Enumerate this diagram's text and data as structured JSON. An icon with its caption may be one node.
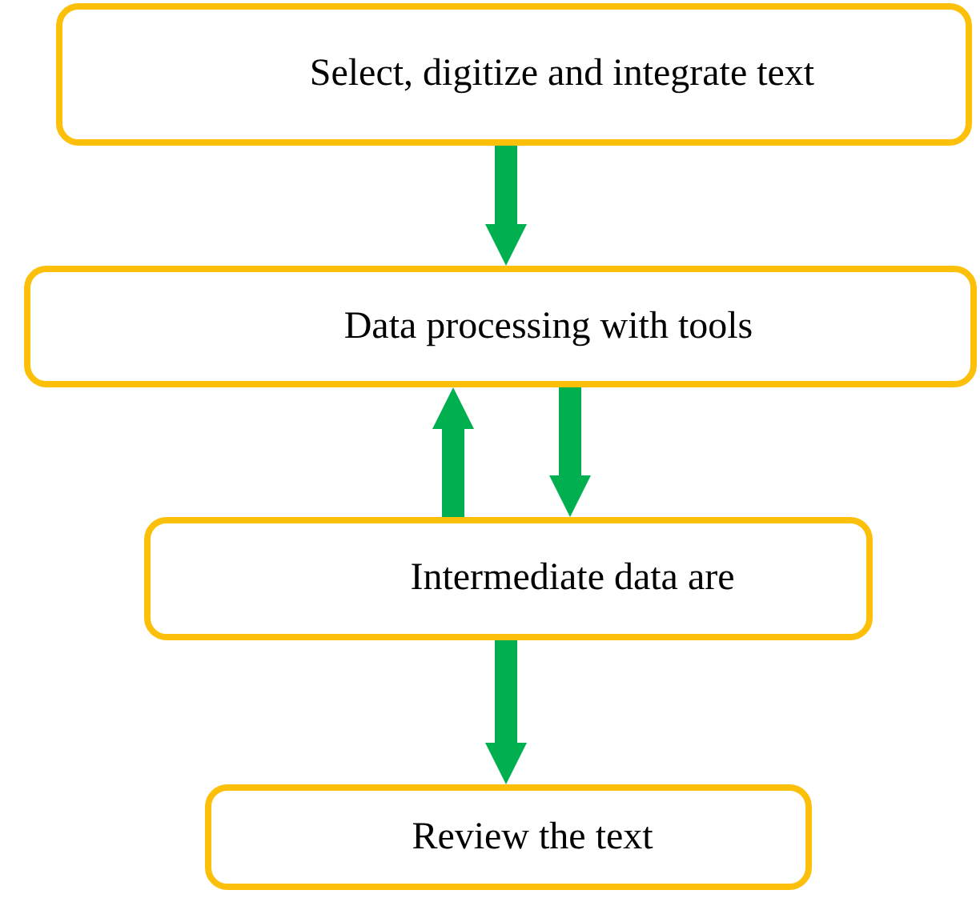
{
  "diagram": {
    "nodes": [
      {
        "text": [
          "Select, digitize and integrate text"
        ]
      },
      {
        "text": [
          "Data processing with tools"
        ]
      },
      {
        "text": [
          "Intermediate data are"
        ]
      },
      {
        "text": [
          "Review the text"
        ]
      }
    ],
    "edges": [
      {
        "from": 0,
        "to": 1,
        "arrow": "to"
      },
      {
        "from": 2,
        "to": 1,
        "arrow": "to"
      },
      {
        "from": 1,
        "to": 2,
        "arrow": "to"
      },
      {
        "from": 2,
        "to": 3,
        "arrow": "to"
      }
    ]
  }
}
